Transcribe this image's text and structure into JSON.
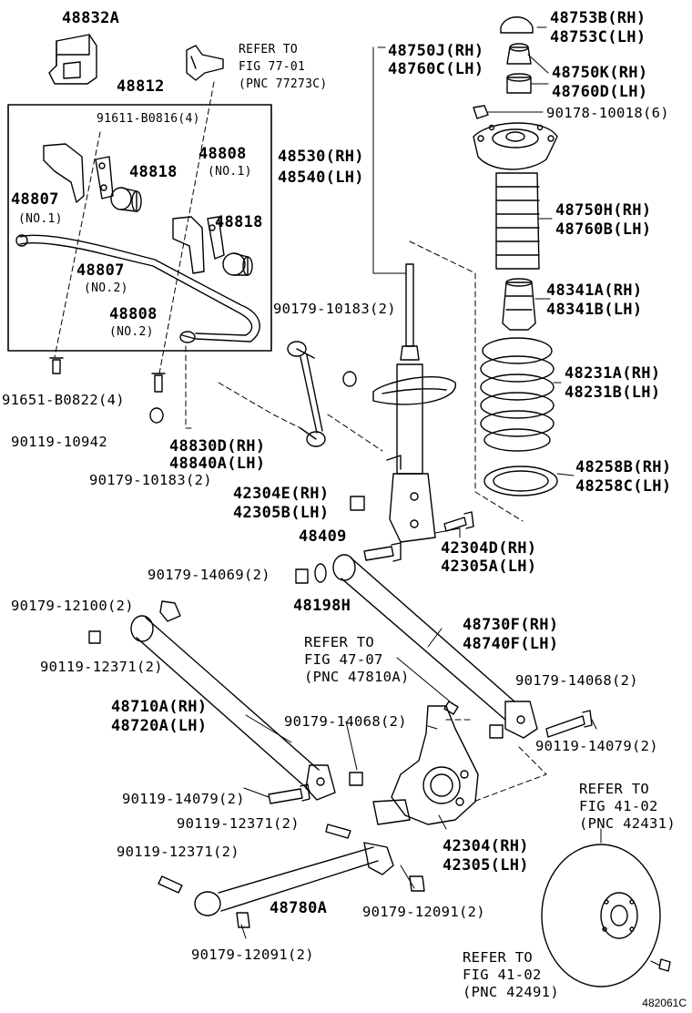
{
  "figure_id": "482061C",
  "labels": {
    "p48832A": "48832A",
    "p48812": "48812",
    "refer_77_1": "REFER TO",
    "refer_77_2": "FIG 77-01",
    "refer_77_3": "(PNC 77273C)",
    "p91611": "91611-B0816(4)",
    "p48808a": "48808",
    "p48808a_sub": "(NO.1)",
    "p48818a": "48818",
    "p48818b": "48818",
    "p48807a": "48807",
    "p48807a_sub": "(NO.1)",
    "p48807b": "48807",
    "p48807b_sub": "(NO.2)",
    "p48808b": "48808",
    "p48808b_sub": "(NO.2)",
    "p91651": "91651-B0822(4)",
    "p90119_10942": "90119-10942",
    "p90179_10183_a": "90179-10183(2)",
    "p90179_10183_b": "90179-10183(2)",
    "p48830D": "48830D(RH)",
    "p48840A": "48840A(LH)",
    "p48750J": "48750J(RH)",
    "p48760C": "48760C(LH)",
    "p48530": "48530(RH)",
    "p48540": "48540(LH)",
    "p48753B": "48753B(RH)",
    "p48753C": "48753C(LH)",
    "p48750K": "48750K(RH)",
    "p48760D": "48760D(LH)",
    "p90178": "90178-10018(6)",
    "p48750H": "48750H(RH)",
    "p48760B": "48760B(LH)",
    "p48341A": "48341A(RH)",
    "p48341B": "48341B(LH)",
    "p48231A": "48231A(RH)",
    "p48231B": "48231B(LH)",
    "p48258B": "48258B(RH)",
    "p48258C": "48258C(LH)",
    "p42304E": "42304E(RH)",
    "p42305B": "42305B(LH)",
    "p48409": "48409",
    "p42304D": "42304D(RH)",
    "p42305A": "42305A(LH)",
    "p90179_14069": "90179-14069(2)",
    "p48198H": "48198H",
    "p90179_12100": "90179-12100(2)",
    "p90119_12371_a": "90119-12371(2)",
    "refer_47_1": "REFER TO",
    "refer_47_2": "FIG 47-07",
    "refer_47_3": "(PNC 47810A)",
    "p48730F": "48730F(RH)",
    "p48740F": "48740F(LH)",
    "p90179_14068_a": "90179-14068(2)",
    "p48710A": "48710A(RH)",
    "p48720A": "48720A(LH)",
    "p90179_14068_b": "90179-14068(2)",
    "p90119_14079_a": "90119-14079(2)",
    "p90119_14079_b": "90119-14079(2)",
    "p90119_12371_b": "90119-12371(2)",
    "p90119_12371_c": "90119-12371(2)",
    "p42304": "42304(RH)",
    "p42305": "42305(LH)",
    "refer_41a_1": "REFER TO",
    "refer_41a_2": "FIG 41-02",
    "refer_41a_3": "(PNC 42431)",
    "p48780A": "48780A",
    "p90179_12091_a": "90179-12091(2)",
    "p90179_12091_b": "90179-12091(2)",
    "refer_41b_1": "REFER TO",
    "refer_41b_2": "FIG 41-02",
    "refer_41b_3": "(PNC 42491)"
  }
}
